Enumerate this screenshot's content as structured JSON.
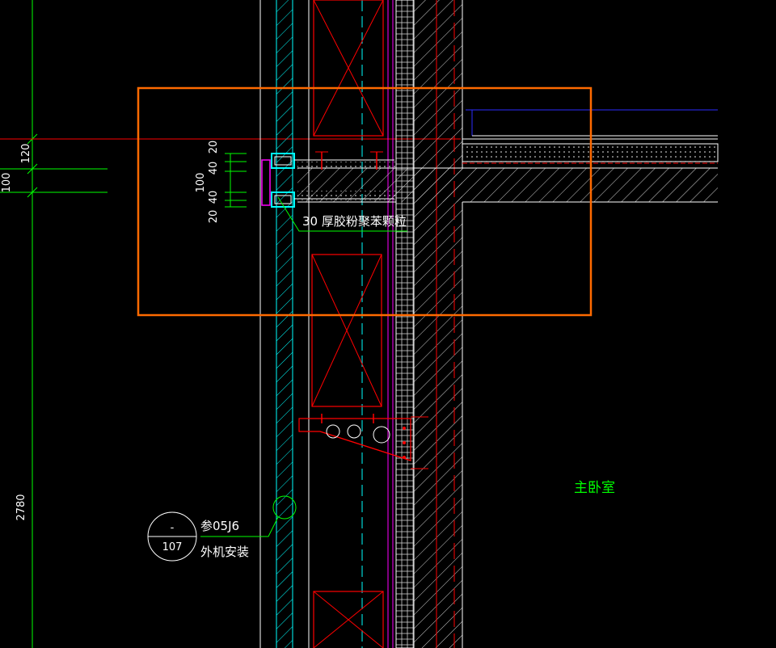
{
  "drawing": {
    "dimension_labels": {
      "left_100": "100",
      "left_120": "120",
      "left_2780": "2780",
      "dim_20_top": "20",
      "dim_40_top": "40",
      "dim_100": "100",
      "dim_40_bottom": "40",
      "dim_20_bottom": "20"
    },
    "material_note": "30 厚胶粉聚苯颗粒",
    "room_label": "主卧室",
    "detail_callout": {
      "top": "-",
      "bottom": "107",
      "reference": "参05J6",
      "description": "外机安装"
    }
  },
  "colors": {
    "background": "#000000",
    "dimension": "#00ff00",
    "window_frame": "#ff0000",
    "glass": "#00ffff",
    "wall_hatch": "#ffffff",
    "highlight_box": "#ff6a00",
    "bracket": "#ff00ff",
    "centerline": "#00ffff",
    "ceiling_line": "#2b2bff"
  }
}
